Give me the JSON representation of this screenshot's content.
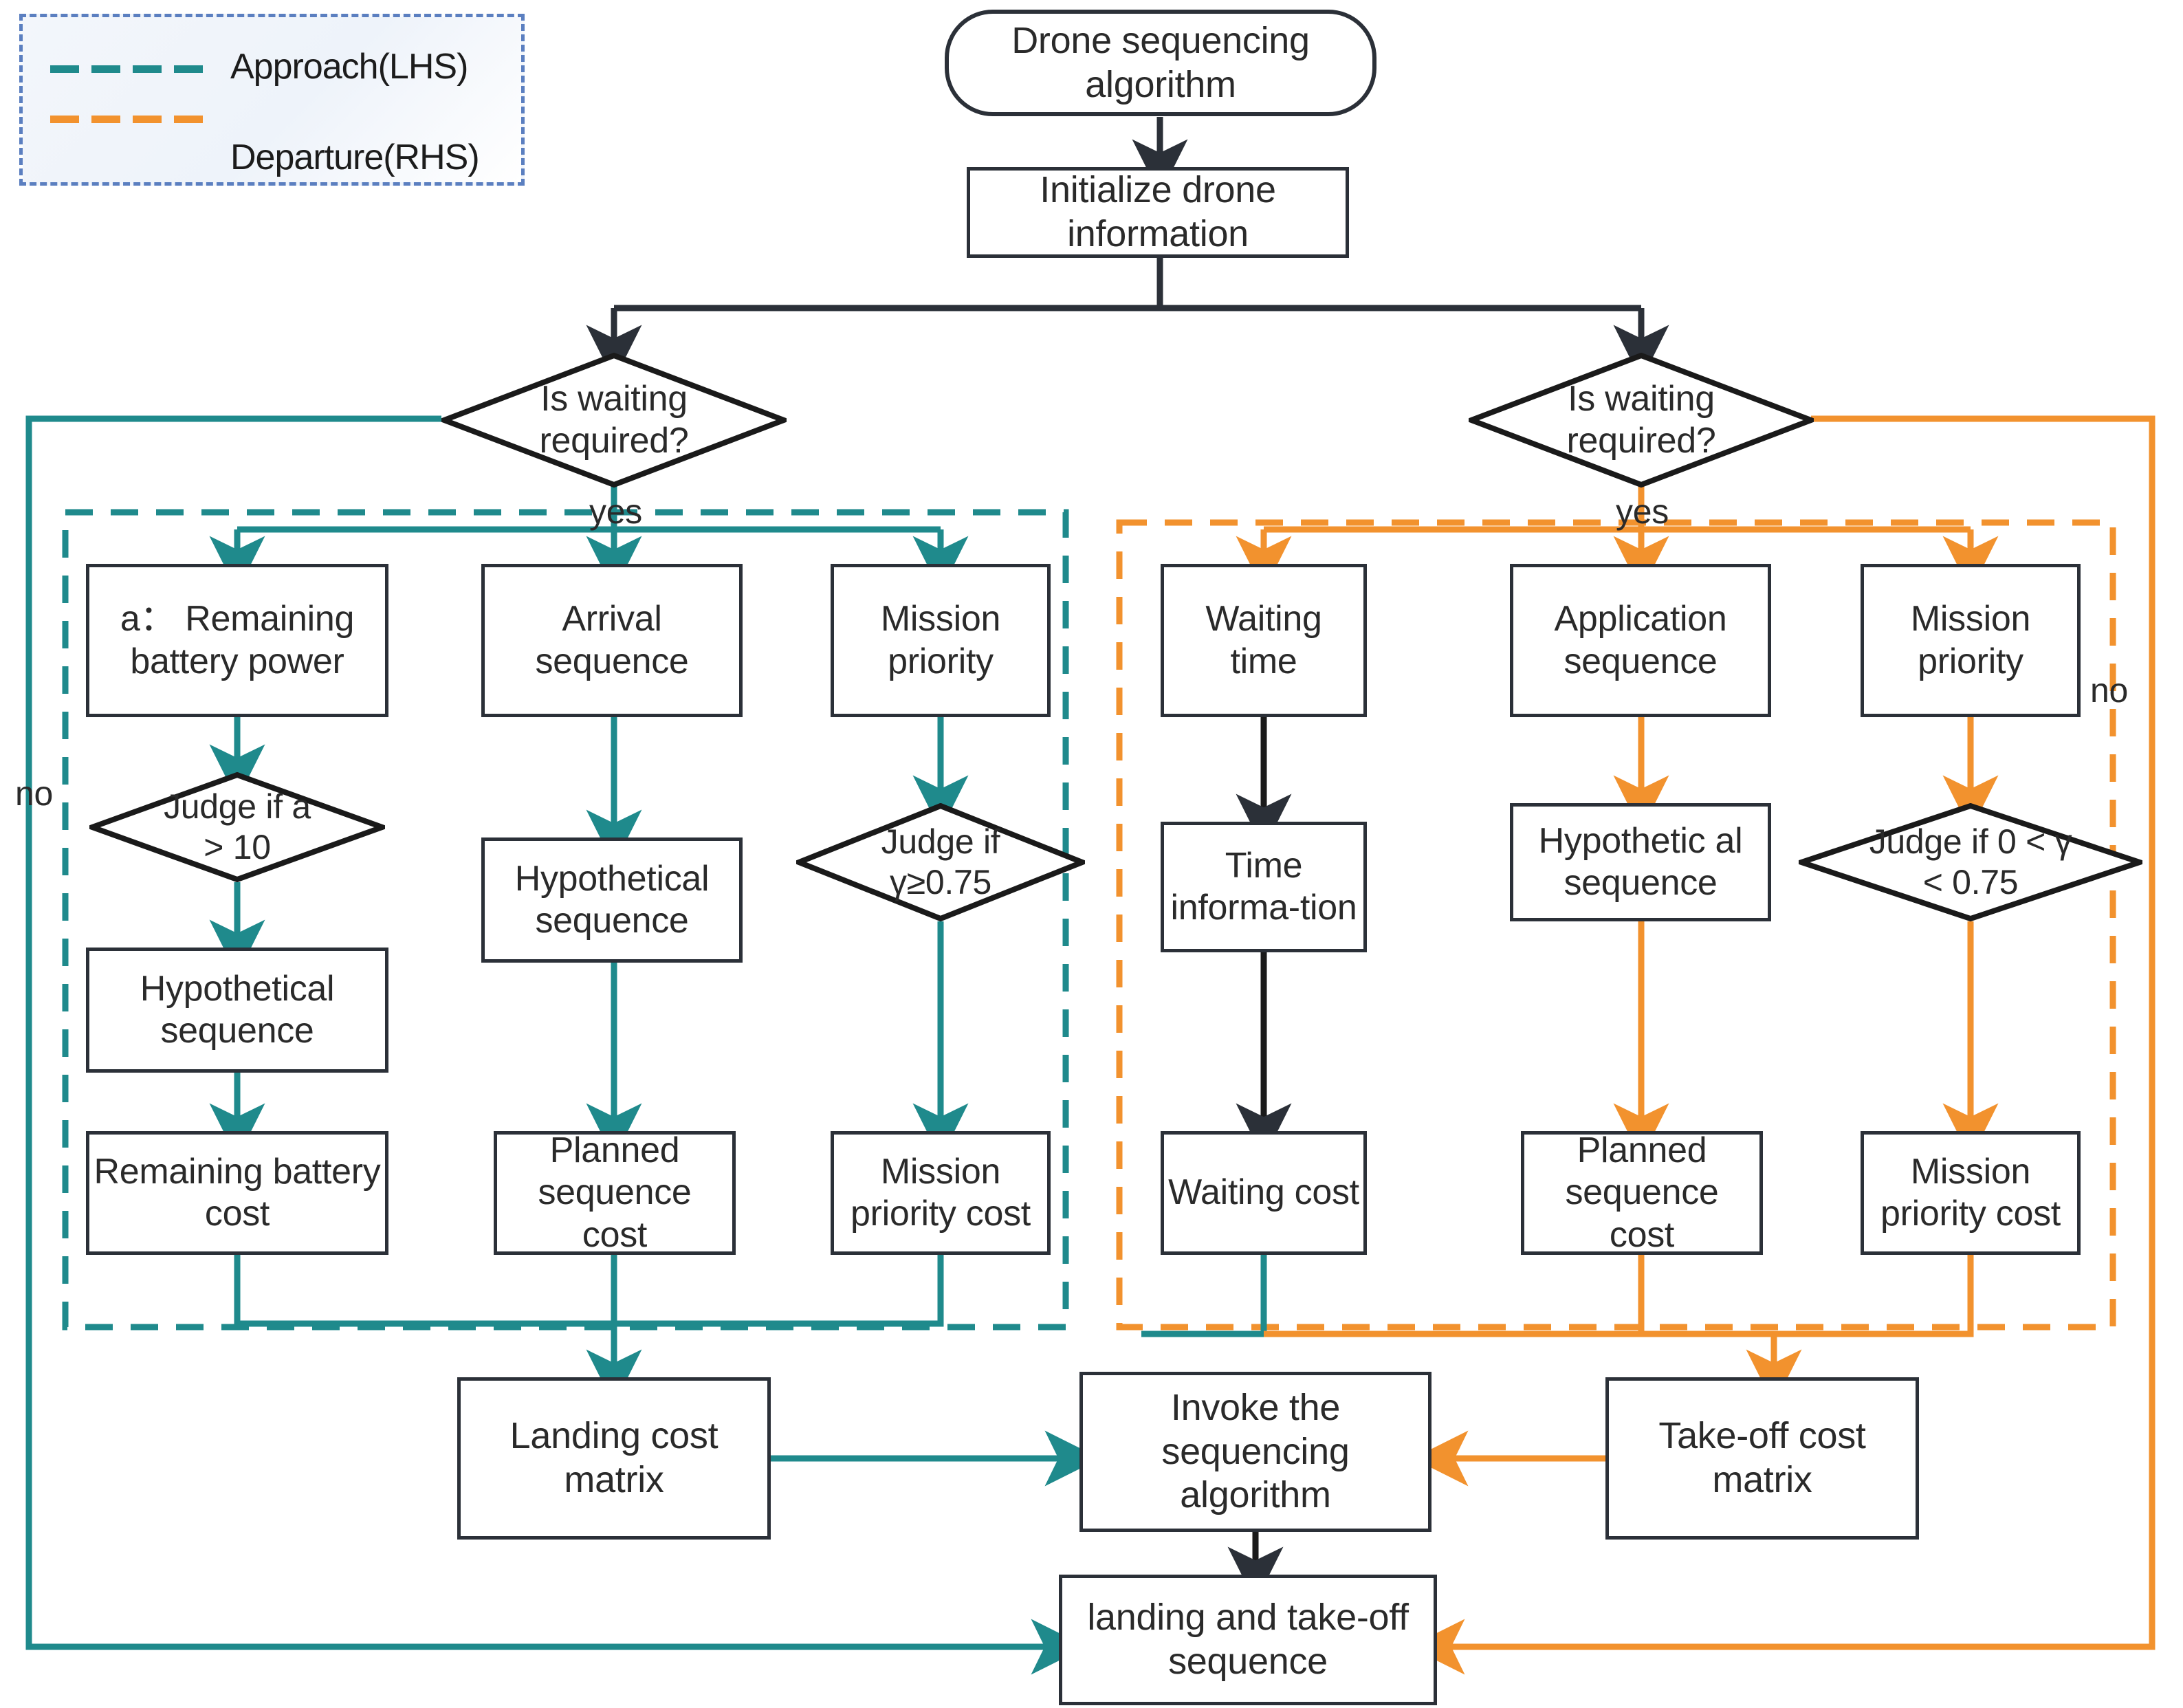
{
  "diagram": {
    "title_node": "Drone sequencing algorithm",
    "colors": {
      "approach_teal": "#1f8a8c",
      "departure_orange": "#f2922e",
      "node_stroke": "#2b3038",
      "legend_border": "#5b7fc0",
      "text": "#2a2a2a"
    }
  },
  "legend": {
    "items": [
      {
        "label": "Approach(LHS)",
        "color": "#1f8a8c",
        "style": "dashed"
      },
      {
        "label": "Departure(RHS)",
        "color": "#f2922e",
        "style": "dashed"
      }
    ]
  },
  "nodes": {
    "start": "Drone sequencing algorithm",
    "init": "Initialize drone information",
    "lhs_decision": "Is waiting required?",
    "rhs_decision": "Is waiting required?",
    "lhs_c1_a": "a： Remaining battery power",
    "lhs_c1_b": "Judge if a > 10",
    "lhs_c1_c": "Hypothetical sequence",
    "lhs_c1_d": "Remaining battery cost",
    "lhs_c2_a": "Arrival sequence",
    "lhs_c2_b": "Hypothetical sequence",
    "lhs_c2_c": "Planned sequence cost",
    "lhs_c3_a": "Mission priority",
    "lhs_c3_b": "Judge if γ≥0.75",
    "lhs_c3_c": "Mission priority cost",
    "rhs_c1_a": "Waiting time",
    "rhs_c1_b": "Time informa-tion",
    "rhs_c1_c": "Waiting cost",
    "rhs_c2_a": "Application sequence",
    "rhs_c2_b": "Hypothetic al sequence",
    "rhs_c2_c": "Planned sequence cost",
    "rhs_c3_a": "Mission priority",
    "rhs_c3_b": "Judge if 0 < γ < 0.75",
    "rhs_c3_c": "Mission priority cost",
    "landing_matrix": "Landing cost matrix",
    "invoke": "Invoke the sequencing algorithm",
    "takeoff_matrix": "Take-off cost matrix",
    "final": "landing and take-off sequence"
  },
  "edge_labels": {
    "lhs_yes": "yes",
    "rhs_yes": "yes",
    "lhs_no": "no",
    "rhs_no": "no"
  }
}
